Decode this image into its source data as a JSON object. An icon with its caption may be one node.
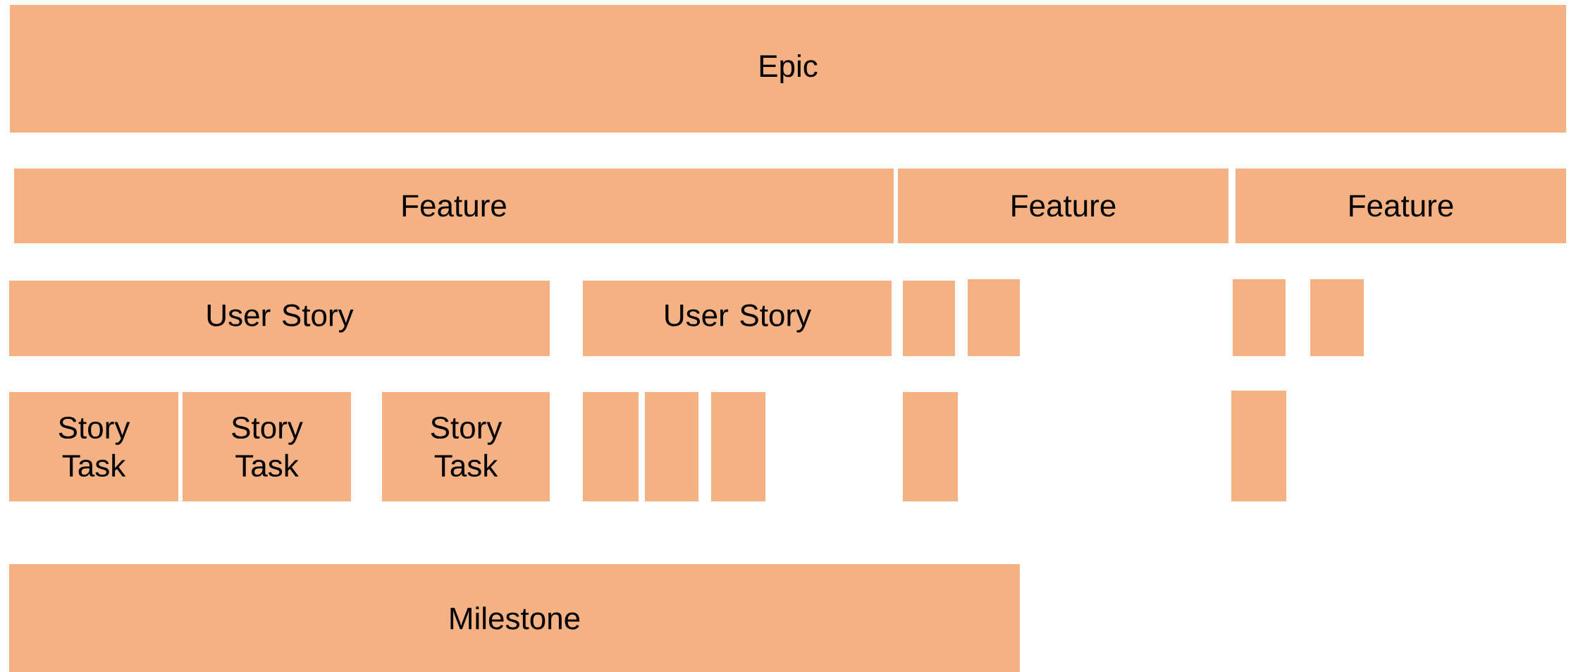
{
  "diagram": {
    "nodes": [
      {
        "text": [
          "Epic"
        ]
      },
      {
        "text": [
          "Feature"
        ]
      },
      {
        "text": [
          "Feature"
        ]
      },
      {
        "text": [
          "Feature"
        ]
      },
      {
        "text": [
          "User Story"
        ]
      },
      {
        "text": [
          "User Story"
        ]
      },
      {
        "text": [],
        "shape": "box"
      },
      {
        "text": [],
        "shape": "box"
      },
      {
        "text": [],
        "shape": "box"
      },
      {
        "text": [],
        "shape": "box"
      },
      {
        "text": [
          "Story Task"
        ]
      },
      {
        "text": [
          "Story Task"
        ]
      },
      {
        "text": [
          "Story Task"
        ]
      },
      {
        "text": [],
        "shape": "box"
      },
      {
        "text": [],
        "shape": "box"
      },
      {
        "text": [],
        "shape": "box"
      },
      {
        "text": [],
        "shape": "box"
      },
      {
        "text": [],
        "shape": "box"
      },
      {
        "text": [
          "Milestone"
        ]
      }
    ]
  }
}
